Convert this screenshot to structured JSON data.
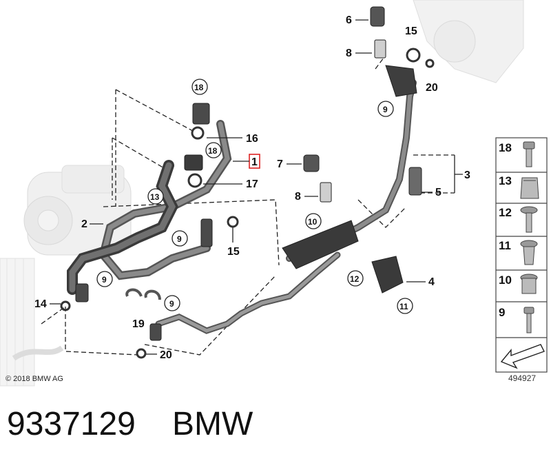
{
  "diagram": {
    "copyright": "© 2018 BMW AG",
    "doc_number": "494927",
    "callouts": {
      "c1": "1",
      "c2": "2",
      "c3": "3",
      "c4": "4",
      "c5": "5",
      "c6": "6",
      "c7": "7",
      "c8a": "8",
      "c8b": "8",
      "c9a": "9",
      "c9b": "9",
      "c9c": "9",
      "c9d": "9",
      "c10": "10",
      "c11": "11",
      "c12": "12",
      "c13": "13",
      "c14": "14",
      "c15a": "15",
      "c15b": "15",
      "c16": "16",
      "c17": "17",
      "c18a": "18",
      "c18b": "18",
      "c19": "19",
      "c20a": "20",
      "c20b": "20"
    },
    "legend": [
      "18",
      "13",
      "12",
      "11",
      "10",
      "9"
    ]
  },
  "footer": {
    "part_number": "9337129",
    "brand": "BMW"
  }
}
